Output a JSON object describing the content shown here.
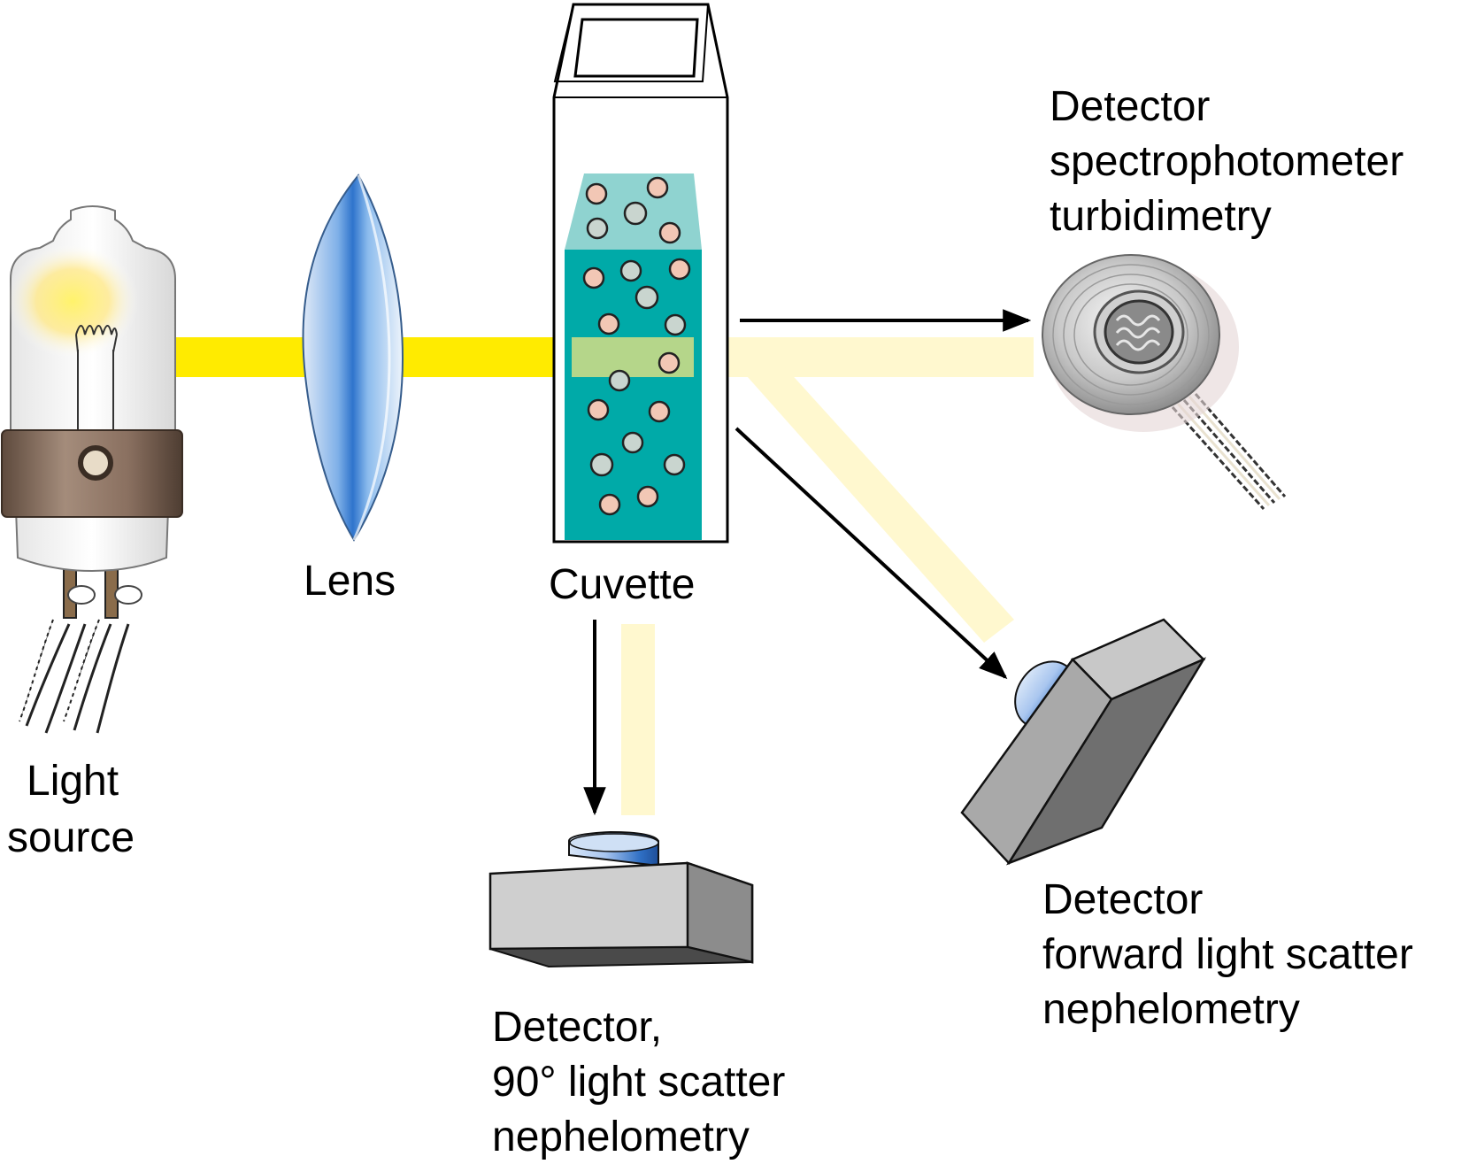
{
  "labels": {
    "light_source": [
      "Light",
      "source"
    ],
    "lens": "Lens",
    "cuvette": "Cuvette",
    "detector_transmitted": [
      "Detector",
      "spectrophotometer",
      "turbidimetry"
    ],
    "detector_forward": [
      "Detector",
      "forward light scatter",
      "nephelometry"
    ],
    "detector_90": [
      "Detector,",
      "90° light scatter",
      "nephelometry"
    ]
  },
  "colors": {
    "beam": "#ffeb00",
    "beam_faint": "#fff8cf",
    "liquid": "#00aaa8",
    "liquid_top": "#8fd3d0",
    "liquid_band": "#b5d68a",
    "particle_pink": "#f2c7b5",
    "particle_grey": "#c9d5cf",
    "lamp_base": "#8a7060",
    "lens_blue": "#4a8fd9",
    "detector_grey": "#bdbdbd"
  }
}
